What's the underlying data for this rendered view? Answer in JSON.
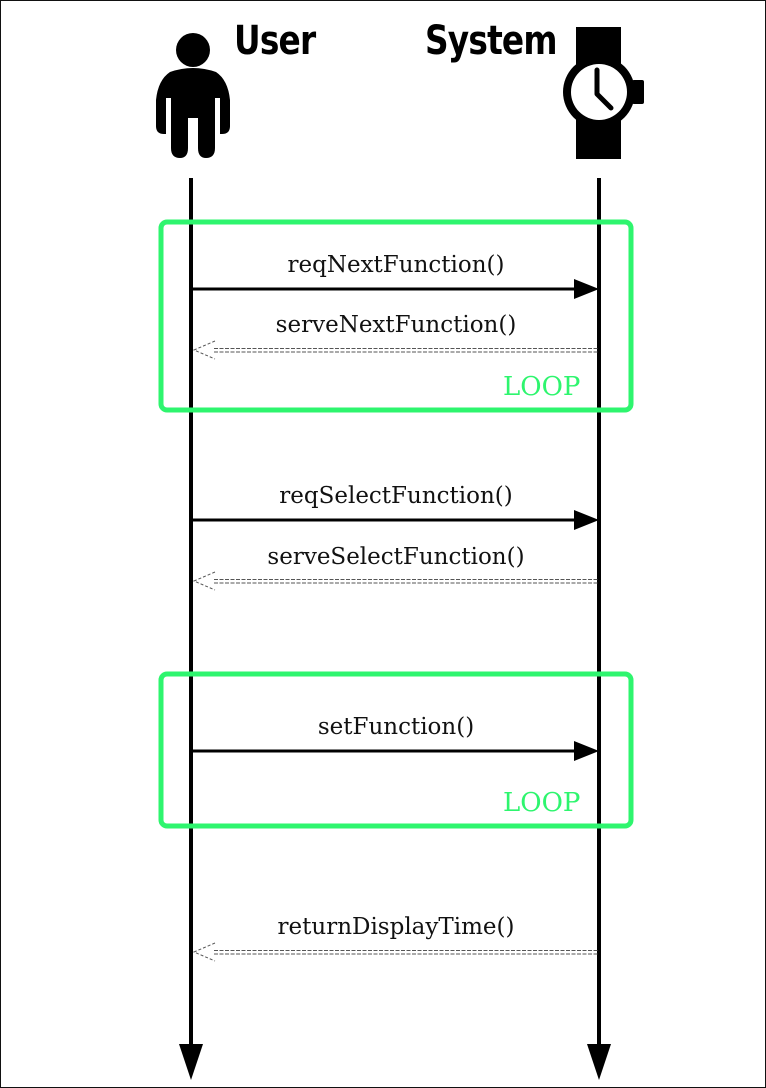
{
  "actors": [
    {
      "id": "user",
      "label": "User",
      "icon": "person-icon"
    },
    {
      "id": "system",
      "label": "System",
      "icon": "wristwatch-icon"
    }
  ],
  "messages": [
    {
      "label": "reqNextFunction()",
      "from": "user",
      "to": "system",
      "kind": "sync"
    },
    {
      "label": "serveNextFunction()",
      "from": "system",
      "to": "user",
      "kind": "return"
    },
    {
      "label": "reqSelectFunction()",
      "from": "user",
      "to": "system",
      "kind": "sync"
    },
    {
      "label": "serveSelectFunction()",
      "from": "system",
      "to": "user",
      "kind": "return"
    },
    {
      "label": "setFunction()",
      "from": "user",
      "to": "system",
      "kind": "sync"
    },
    {
      "label": "returnDisplayTime()",
      "from": "system",
      "to": "user",
      "kind": "return"
    }
  ],
  "fragments": [
    {
      "label": "LOOP",
      "covers_messages": [
        0,
        1
      ]
    },
    {
      "label": "LOOP",
      "covers_messages": [
        4
      ]
    }
  ],
  "colors": {
    "lifeline": "#000000",
    "fragment": "#2ef56e",
    "return_arrow": "#555555"
  }
}
